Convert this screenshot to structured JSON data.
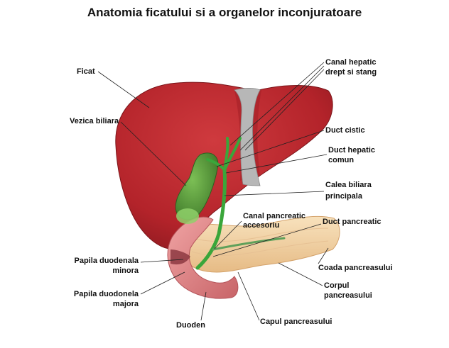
{
  "title": "Anatomia ficatului si a organelor inconjuratoare",
  "labels": {
    "ficat": "Ficat",
    "vezica": "Vezica biliara",
    "papila_minora_1": "Papila duodenala",
    "papila_minora_2": "minora",
    "papila_majora_1": "Papila duodonela",
    "papila_majora_2": "majora",
    "duoden": "Duoden",
    "canal_hepatic_1": "Canal hepatic",
    "canal_hepatic_2": "drept si stang",
    "duct_cistic": "Duct cistic",
    "duct_hepatic_1": "Duct hepatic",
    "duct_hepatic_2": "comun",
    "calea_1": "Calea biliara",
    "calea_2": "principala",
    "canal_panc_1": "Canal pancreatic",
    "canal_panc_2": "accesoriu",
    "duct_panc": "Duct pancreatic",
    "coada": "Coada pancreasului",
    "corpul_1": "Corpul",
    "corpul_2": "pancreasului",
    "capul": "Capul pancreasului"
  },
  "colors": {
    "liver": "#b8262c",
    "gallbladder": "#5c9a3c",
    "bile_duct": "#3aa63a",
    "pancreas": "#f3d3a4",
    "duodenum": "#e08a8c",
    "ligament": "#a9a9a9"
  }
}
